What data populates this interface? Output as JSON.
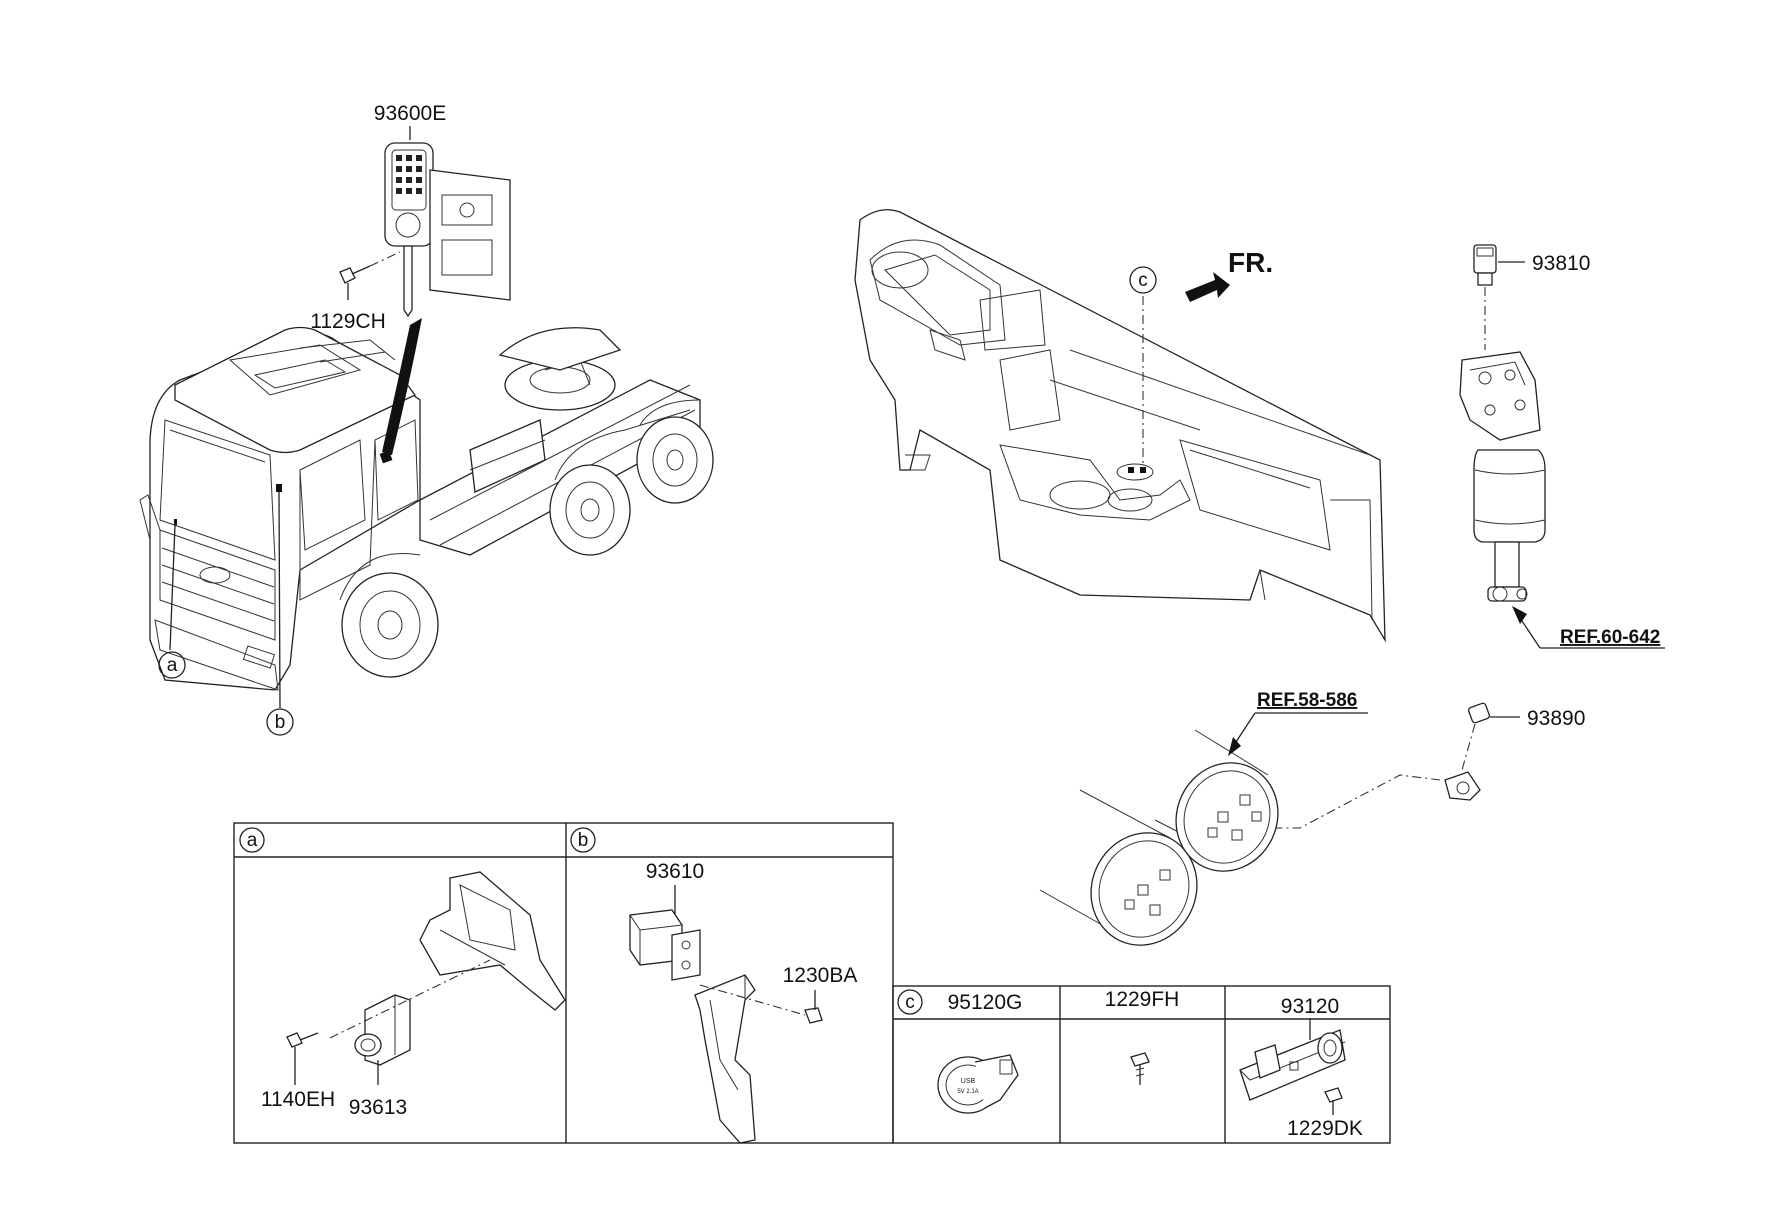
{
  "labels": {
    "p93600E": "93600E",
    "p1129CH": "1129CH",
    "p93810": "93810",
    "p93890": "93890",
    "p93610": "93610",
    "p1230BA": "1230BA",
    "p1140EH": "1140EH",
    "p93613": "93613",
    "p95120G": "95120G",
    "p1229FH": "1229FH",
    "p93120": "93120",
    "p1229DK": "1229DK"
  },
  "refs": {
    "ref60_642": "REF.60-642",
    "ref58_586": "REF.58-586"
  },
  "direction": "FR.",
  "callouts": {
    "a": "a",
    "b": "b",
    "c": "c"
  }
}
